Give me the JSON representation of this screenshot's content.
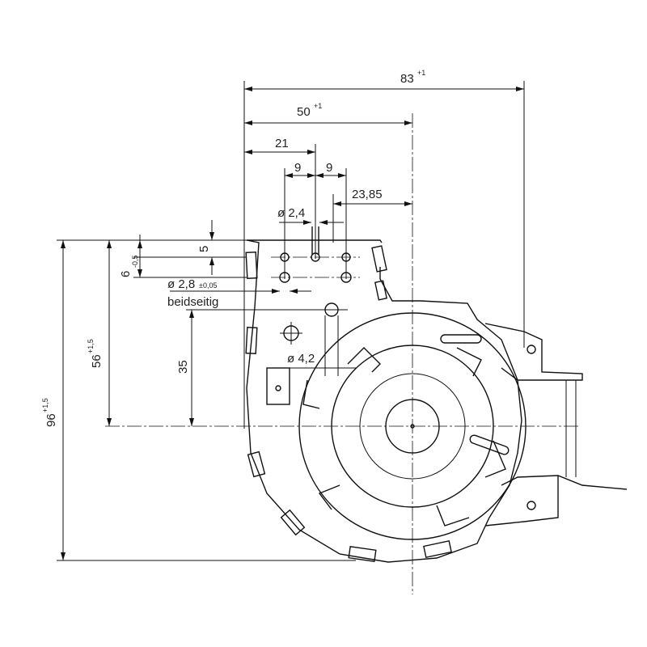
{
  "drawing": {
    "dimensions": {
      "overall_width": {
        "value": "83",
        "tol": "+1"
      },
      "half_width": {
        "value": "50",
        "tol": "+1"
      },
      "offset_21": {
        "value": "21"
      },
      "pitch_left": {
        "value": "9"
      },
      "pitch_right": {
        "value": "9"
      },
      "offset_2385": {
        "value": "23,85"
      },
      "hole_small": {
        "value": "ø 2,4"
      },
      "hole_pair": {
        "value": "ø 2,8",
        "tol": "±0,05"
      },
      "hole_pair_note": "beidseitig",
      "hole_large": {
        "value": "ø 4,2"
      },
      "height_96": {
        "value": "96",
        "tol": "+1,5"
      },
      "height_56": {
        "value": "56",
        "tol": "+1,5"
      },
      "height_6": {
        "value": "6",
        "tol": "-0,5"
      },
      "height_5": {
        "value": "5"
      },
      "height_35": {
        "value": "35"
      }
    },
    "colors": {
      "line": "#111111",
      "background": "#ffffff"
    }
  }
}
